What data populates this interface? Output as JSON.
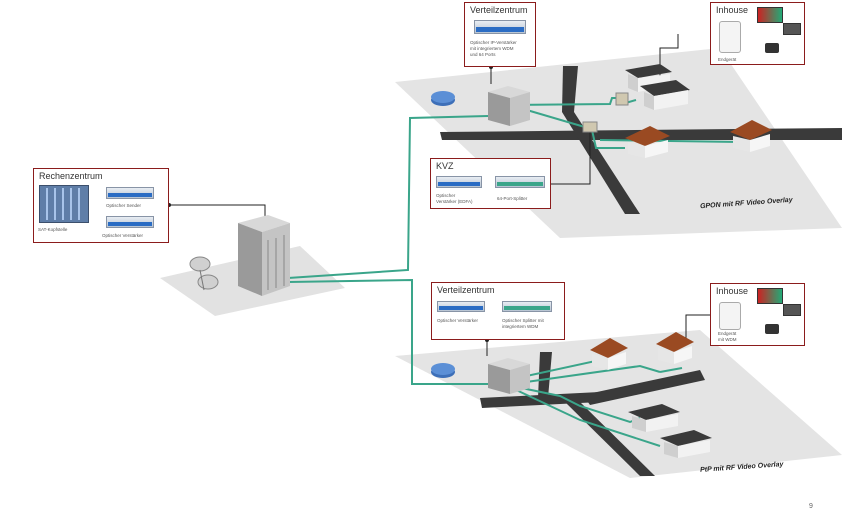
{
  "colors": {
    "fiber": "#3aa58a",
    "box_border": "#8b1c1c",
    "ground": "#e4e4e4",
    "road": "#3a3a3a",
    "roof": "#3a3a3a",
    "roof_brown": "#9a4a22",
    "switch": "#3d6fb8"
  },
  "rechenzentrum": {
    "title": "Rechenzentrum",
    "sat": "SAT-Kopfstelle",
    "sender": "Optischer Sender",
    "verstaerker": "Optischer Verstärker"
  },
  "gpon": {
    "verteil_title": "Verteilzentrum",
    "verteil_caption": [
      "Optischer IP-Verstärker",
      "mit integriertem WDM",
      "und 64 Ports"
    ],
    "kvz_title": "KVZ",
    "kvz_amp": [
      "Optischer",
      "Verstärker (EDFA)"
    ],
    "kvz_splitter": "64-Port-Splitter",
    "inhouse_title": "Inhouse",
    "inhouse_caption": "Endgerät",
    "label": "GPON mit RF Video Overlay"
  },
  "ptp": {
    "verteil_title": "Verteilzentrum",
    "verteil_amp": "Optischer Verstärker",
    "verteil_splitter": [
      "Optischer Splitter mit",
      "integriertem WDM"
    ],
    "inhouse_title": "Inhouse",
    "inhouse_caption": [
      "Endgerät",
      "mit WDM"
    ],
    "label": "PtP mit RF Video Overlay"
  },
  "page_number": "9"
}
